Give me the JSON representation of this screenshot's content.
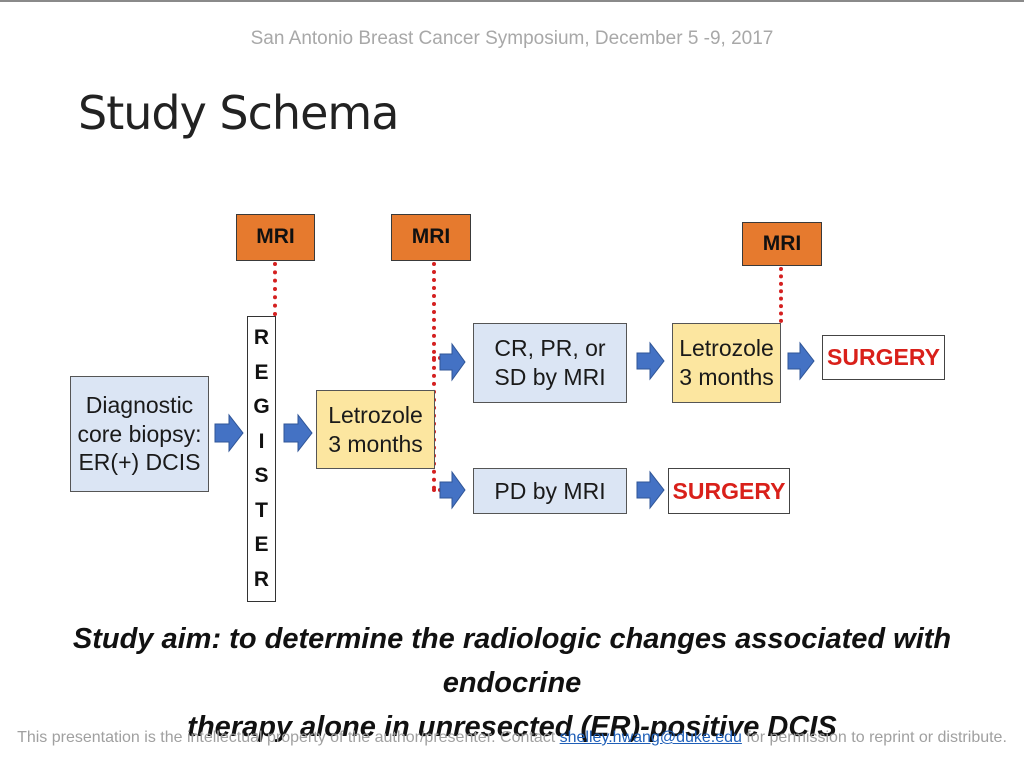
{
  "header": "San Antonio Breast Cancer Symposium, December 5 -9, 2017",
  "title": "Study Schema",
  "diagram": {
    "mri_label": "MRI",
    "diagnostic": [
      "Diagnostic",
      "core biopsy:",
      "ER(+) DCIS"
    ],
    "register_letters": [
      "R",
      "E",
      "G",
      "I",
      "S",
      "T",
      "E",
      "R"
    ],
    "letrozole_1": [
      "Letrozole",
      "3 months"
    ],
    "response": [
      "CR, PR, or",
      "SD by MRI"
    ],
    "progression": "PD by MRI",
    "letrozole_2": [
      "Letrozole",
      "3 months"
    ],
    "surgery": "SURGERY"
  },
  "aim": {
    "line1": "Study aim:  to determine the radiologic changes associated with endocrine",
    "line2": "therapy alone in unresected (ER)-positive DCIS"
  },
  "footer": {
    "before": "This presentation is the intellectual property of the author/presenter. Contact ",
    "email": "shelley.hwang@duke.edu",
    "after": " for permission to reprint or distribute."
  },
  "colors": {
    "mri": "#e67a2e",
    "blue_box": "#dbe5f4",
    "yellow_box": "#fce6a0",
    "arrow": "#4472c4",
    "surgery_text": "#d9201a",
    "dotted_line": "#d42020"
  }
}
